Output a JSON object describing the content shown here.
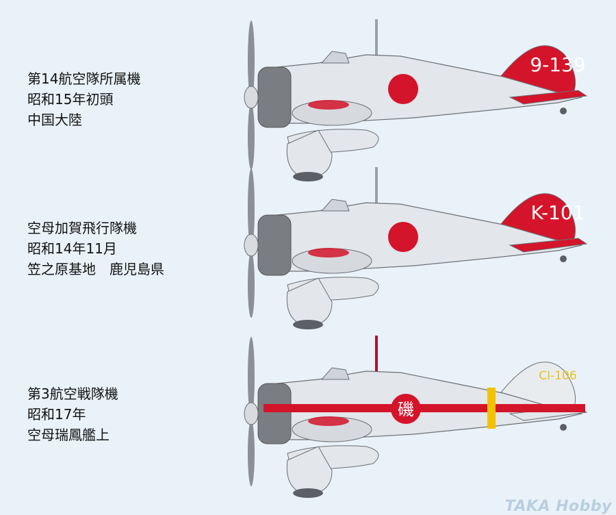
{
  "aircraft": [
    {
      "caption_lines": [
        "第14航空隊所属機",
        "昭和15年初頭",
        "中国大陸"
      ],
      "tail_code": "9-139",
      "tail_color": "#d4142a",
      "tail_code_color": "#ffffff"
    },
    {
      "caption_lines": [
        "空母加賀飛行隊機",
        "昭和14年11月",
        "笠之原基地　鹿児島県"
      ],
      "tail_code": "K-101",
      "tail_color": "#d4142a",
      "tail_code_color": "#ffffff"
    },
    {
      "caption_lines": [
        "第3航空戦隊機",
        "昭和17年",
        "空母瑞鳳艦上"
      ],
      "tail_code": "CI-106",
      "tail_color": "#e9ecef",
      "tail_code_color": "#e8c020",
      "fuselage_band_color": "#d4142a",
      "fuselage_kanji": "磯",
      "yellow_band_color": "#f2c200"
    }
  ],
  "colors": {
    "body": "#e3e6ea",
    "hinomaru": "#d4142a",
    "cowling": "#7a7d82"
  },
  "watermark": "TAKA Hobby"
}
